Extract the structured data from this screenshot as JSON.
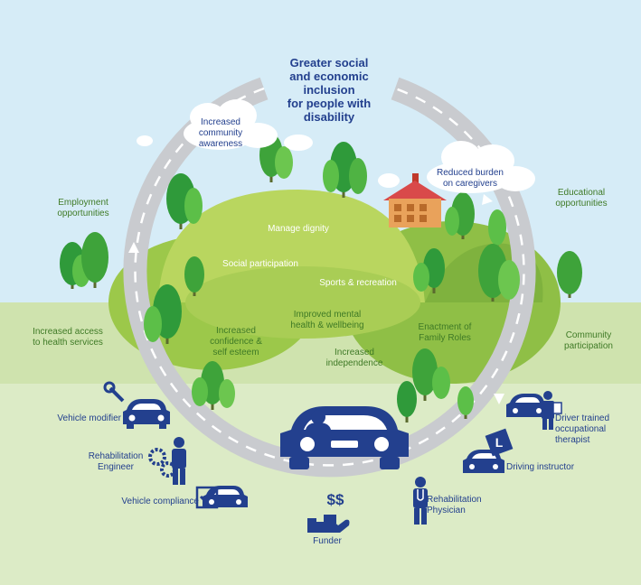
{
  "title": "Greater social\nand economic\ninclusion\nfor people with\ndisability",
  "clouds": {
    "community_awareness": "Increased\ncommunity\nawareness",
    "caregivers": "Reduced burden\non caregivers"
  },
  "outcomes": {
    "employment": "Employment\nopportunities",
    "educational": "Educational\nopportunities",
    "health_services": "Increased access\nto health services",
    "community_participation": "Community\nparticipation",
    "manage_dignity": "Manage dignity",
    "social_participation": "Social participation",
    "sports_recreation": "Sports & recreation",
    "mental_health": "Improved mental\nhealth & wellbeing",
    "confidence": "Increased\nconfidence &\nself esteem",
    "family_roles": "Enactment of\nFamily Roles",
    "independence": "Increased\nindependence"
  },
  "stakeholders": {
    "vehicle_modifier": "Vehicle modifier",
    "rehab_engineer": "Rehabilitation\nEngineer",
    "vehicle_compliance": "Vehicle compliance",
    "funder": "Funder",
    "rehab_physician": "Rehabilitation\nPhysician",
    "driving_instructor": "Driving instructor",
    "driver_trained_ot": "Driver trained\noccupational\ntherapist"
  },
  "icons": {
    "funder_symbol": "$$",
    "instructor_plate": "L"
  },
  "colors": {
    "sky": "#d6ecf7",
    "field": "#cfe3ae",
    "foreground": "#dcebc6",
    "road": "#c9cbcf",
    "navy": "#23408e",
    "tree_green": "#3ea33a",
    "text_green": "#3f7a26"
  }
}
